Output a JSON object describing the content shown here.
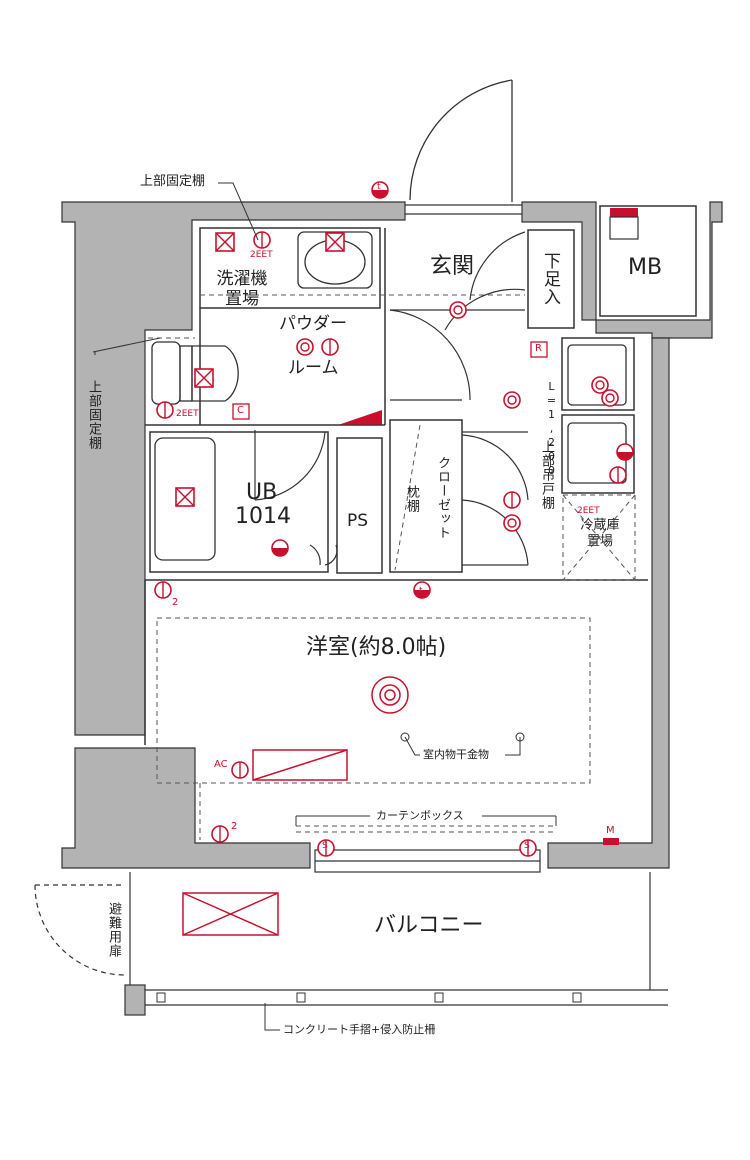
{
  "rooms": {
    "entrance": "玄関",
    "shoe_storage": "下足入",
    "mb": "MB",
    "washer_area": "洗濯機\n置場",
    "powder_room_1": "パウダー",
    "powder_room_2": "ルーム",
    "unit_bath_1": "UB",
    "unit_bath_2": "1014",
    "ps": "PS",
    "pillow_shelf": "枕棚",
    "closet": "クローゼット",
    "fridge_area": "冷蔵庫\n置場",
    "western_room": "洋室(約8.0帖)",
    "balcony": "バルコニー"
  },
  "callouts": {
    "upper_fixed_shelf_top": "上部固定棚",
    "upper_fixed_shelf_left": "上部固定棚",
    "upper_cabinet": "上部吊戸棚",
    "cabinet_length": "L=1,200",
    "indoor_dryer": "室内物干金物",
    "curtain_box": "カーテンボックス",
    "evacuation_door": "避難用扉",
    "railing": "コンクリート手摺+侵入防止柵"
  },
  "symbols": {
    "outlet_2eet_a": "2EET",
    "outlet_2eet_b": "2EET",
    "outlet_2eet_c": "2EET",
    "outlet_count_2a": "2",
    "outlet_count_2b": "2",
    "tel": "t",
    "ac": "AC",
    "c": "C",
    "r": "R",
    "s": "S",
    "m": "M"
  },
  "colors": {
    "wall": "#b3b3b3",
    "line": "#333333",
    "accent": "#c8102e"
  }
}
